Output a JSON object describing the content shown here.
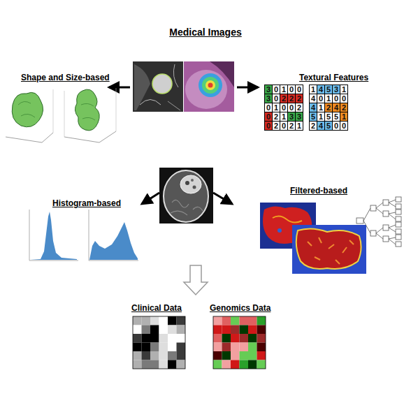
{
  "diagram": {
    "title": "Medical Images",
    "labels": [
      "Shape and Size-based",
      "Textural Features",
      "3",
      "0",
      "1",
      "0",
      "0",
      "3",
      "0",
      "2",
      "2",
      "2",
      "0",
      "1",
      "0",
      "0",
      "2",
      "0",
      "2",
      "1",
      "3",
      "3",
      "0",
      "2",
      "0",
      "2",
      "1",
      "1",
      "4",
      "5",
      "3",
      "1",
      "4",
      "0",
      "1",
      "0",
      "0",
      "4",
      "1",
      "2",
      "4",
      "2",
      "5",
      "1",
      "5",
      "5",
      "1",
      "2",
      "4",
      "5",
      "0",
      "0",
      "Histogram-based",
      "Filtered-based",
      "Clinical Data",
      "Genomics Data"
    ]
  }
}
